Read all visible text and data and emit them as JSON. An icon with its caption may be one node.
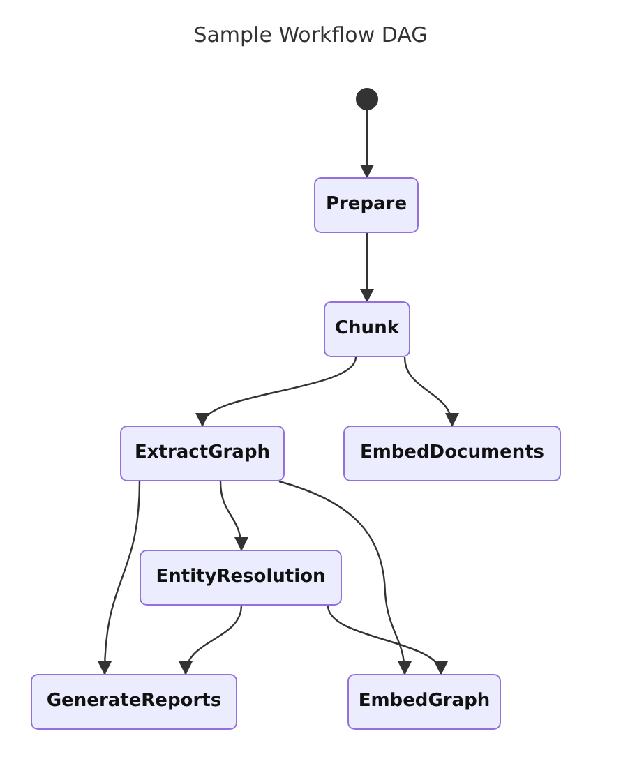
{
  "diagram": {
    "title": "Sample Workflow DAG",
    "nodes": [
      {
        "text": [],
        "shape": "circle"
      },
      {
        "text": [
          "Prepare"
        ]
      },
      {
        "text": [
          "Chunk"
        ]
      },
      {
        "text": [
          "ExtractGraph"
        ]
      },
      {
        "text": [
          "EmbedDocuments"
        ]
      },
      {
        "text": [
          "EntityResolution"
        ]
      },
      {
        "text": [
          "GenerateReports"
        ]
      },
      {
        "text": [
          "EmbedGraph"
        ]
      }
    ],
    "edges": [
      {
        "from": 0,
        "to": 1,
        "arrow": "to"
      },
      {
        "from": 1,
        "to": 2,
        "arrow": "to"
      },
      {
        "from": 2,
        "to": 3,
        "arrow": "to"
      },
      {
        "from": 2,
        "to": 4,
        "arrow": "to"
      },
      {
        "from": 3,
        "to": 6,
        "arrow": "to"
      },
      {
        "from": 3,
        "to": 5,
        "arrow": "to"
      },
      {
        "from": 3,
        "to": 7,
        "arrow": "to"
      },
      {
        "from": 5,
        "to": 6,
        "arrow": "to"
      },
      {
        "from": 5,
        "to": 7,
        "arrow": "to"
      }
    ]
  }
}
